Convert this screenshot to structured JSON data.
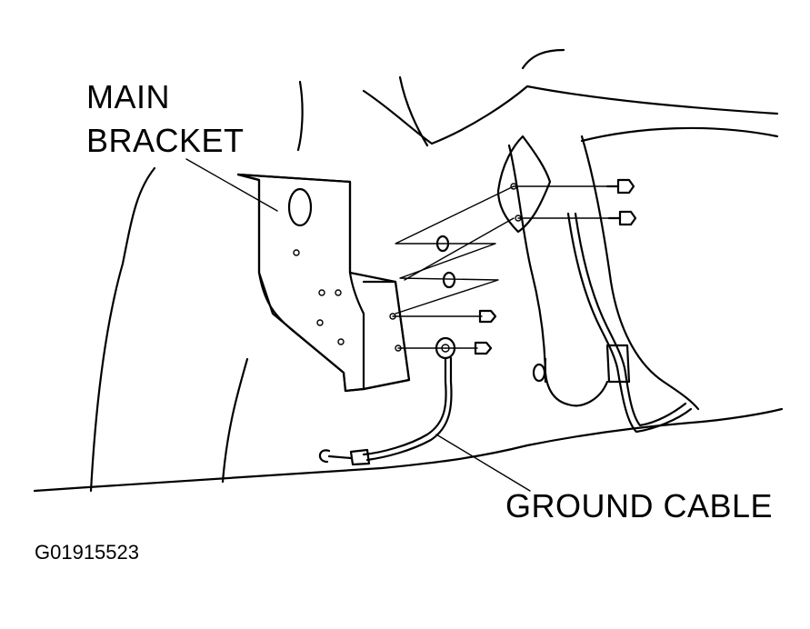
{
  "labels": {
    "main_bracket_line1": "MAIN",
    "main_bracket_line2": "BRACKET",
    "ground_cable": "GROUND CABLE",
    "figure_code": "G01915523"
  }
}
